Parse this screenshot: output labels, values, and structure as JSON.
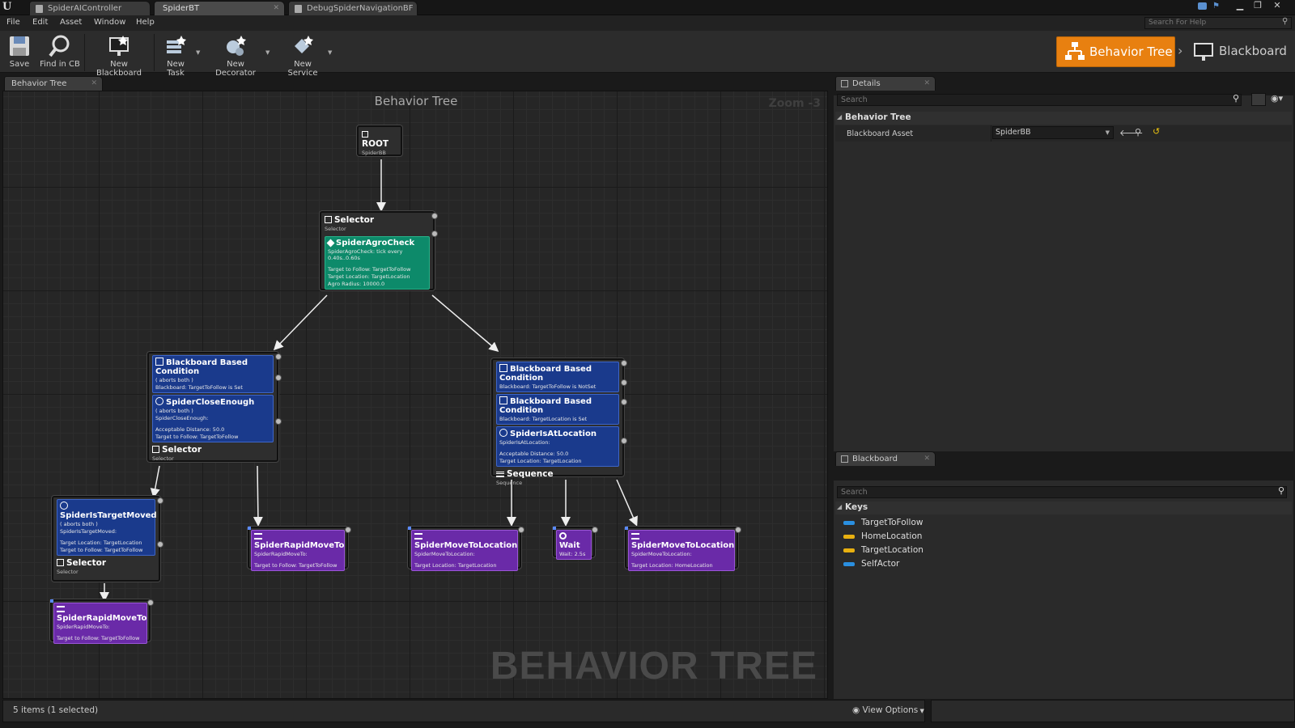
{
  "tabs": [
    {
      "label": "SpiderAIController"
    },
    {
      "label": "SpiderBT"
    },
    {
      "label": "DebugSpiderNavigationBF"
    }
  ],
  "help_search_placeholder": "Search For Help",
  "menu": [
    "File",
    "Edit",
    "Asset",
    "Window",
    "Help"
  ],
  "toolbar": {
    "save": "Save",
    "find": "Find in CB",
    "new_blackboard": "New Blackboard",
    "new_task": "New Task",
    "new_decorator": "New Decorator",
    "new_service": "New Service"
  },
  "modes": {
    "behavior_tree": "Behavior Tree",
    "blackboard": "Blackboard"
  },
  "graph": {
    "tab": "Behavior Tree",
    "title": "Behavior Tree",
    "zoom": "Zoom -3",
    "watermark": "BEHAVIOR TREE"
  },
  "nodes": {
    "root": {
      "title": "ROOT",
      "sub": "SpiderBB"
    },
    "sel1": {
      "title": "Selector",
      "sub": "Selector",
      "svc": {
        "title": "SpiderAgroCheck",
        "l1": "SpiderAgroCheck: tick every 0.40s..0.60s",
        "l2": "Target to Follow: TargetToFollow",
        "l3": "Target Location: TargetLocation",
        "l4": "Agro Radius: 10000.0"
      }
    },
    "sel2": {
      "d1": {
        "title": "Blackboard Based Condition",
        "l1": "( aborts both )",
        "l2": "Blackboard: TargetToFollow is Set"
      },
      "d2": {
        "title": "SpiderCloseEnough",
        "l1": "( aborts both )",
        "l2": "SpiderCloseEnough:",
        "l3": "Acceptable Distance: 50.0",
        "l4": "Target to Follow: TargetToFollow"
      },
      "title": "Selector",
      "sub": "Selector"
    },
    "seq": {
      "d1": {
        "title": "Blackboard Based Condition",
        "l1": "Blackboard: TargetToFollow is NotSet"
      },
      "d2": {
        "title": "Blackboard Based Condition",
        "l1": "Blackboard: TargetLocation is Set"
      },
      "d3": {
        "title": "SpiderIsAtLocation",
        "l1": "SpiderIsAtLocation:",
        "l2": "Acceptable Distance: 50.0",
        "l3": "Target Location: TargetLocation"
      },
      "title": "Sequence",
      "sub": "Sequence"
    },
    "sel3": {
      "d1": {
        "title": "SpiderIsTargetMoved",
        "l1": "( aborts both )",
        "l2": "SpiderIsTargetMoved:",
        "l3": "Target Location: TargetLocation",
        "l4": "Target to Follow: TargetToFollow"
      },
      "title": "Selector",
      "sub": "Selector"
    },
    "t1": {
      "title": "SpiderRapidMoveTo",
      "l1": "SpiderRapidMoveTo:",
      "l2": "Target to Follow: TargetToFollow"
    },
    "t2": {
      "title": "SpiderMoveToLocation",
      "l1": "SpiderMoveToLocation:",
      "l2": "Target Location: TargetLocation"
    },
    "t3": {
      "title": "Wait",
      "l1": "Wait: 2.5s"
    },
    "t4": {
      "title": "SpiderMoveToLocation",
      "l1": "SpiderMoveToLocation:",
      "l2": "Target Location: HomeLocation"
    },
    "t5": {
      "title": "SpiderRapidMoveTo",
      "l1": "SpiderRapidMoveTo:",
      "l2": "Target to Follow: TargetToFollow"
    }
  },
  "details": {
    "tab": "Details",
    "search_placeholder": "Search",
    "category": "Behavior Tree",
    "property_label": "Blackboard Asset",
    "property_value": "SpiderBB"
  },
  "blackboard": {
    "tab": "Blackboard",
    "search_placeholder": "Search",
    "keys_header": "Keys",
    "keys": [
      {
        "name": "TargetToFollow",
        "color": "#2a8fe0"
      },
      {
        "name": "HomeLocation",
        "color": "#e8b010"
      },
      {
        "name": "TargetLocation",
        "color": "#e8b010"
      },
      {
        "name": "SelfActor",
        "color": "#2a8fe0"
      }
    ]
  },
  "status": {
    "items": "5 items (1 selected)",
    "view_options": "View Options"
  },
  "colors": {
    "accent": "#e88010",
    "decorator": "#1a3a8c",
    "service": "#0d8a6a",
    "task": "#6a2aa8"
  }
}
